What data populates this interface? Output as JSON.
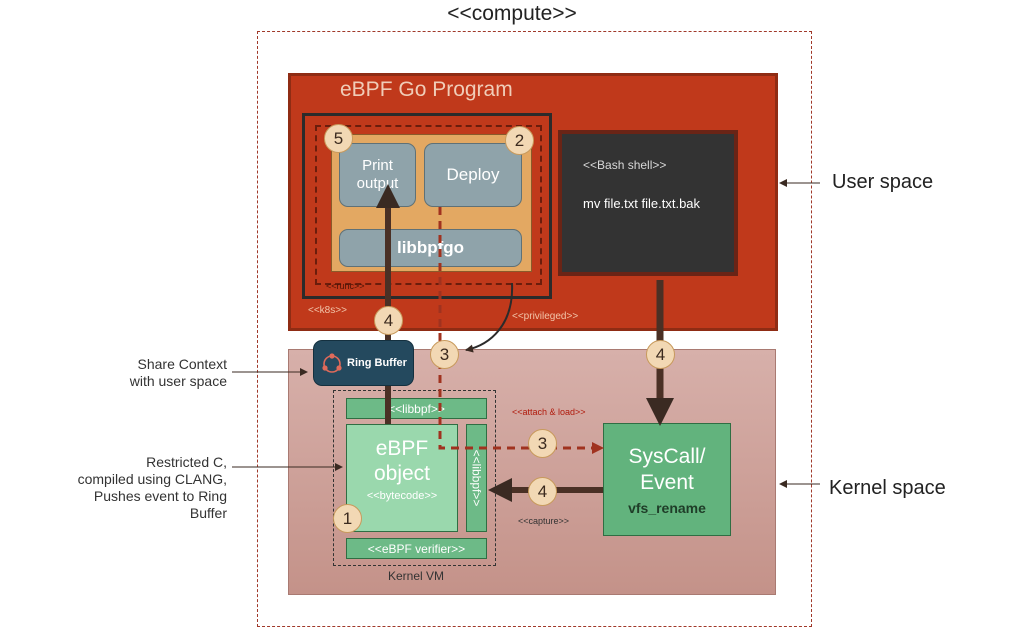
{
  "compute_label": "<<compute>>",
  "user_space": {
    "program_title": "eBPF Go Program",
    "print_output": "Print output",
    "deploy": "Deploy",
    "libbpfgo": "libbpfgo",
    "runc_label": "<<runc>>",
    "k8s_label": "<<k8s>>",
    "privileged_label": "<<privileged>>",
    "bash_label": "<<Bash shell>>",
    "bash_command": "mv file.txt file.txt.bak"
  },
  "kernel_space": {
    "ring_buffer": "Ring Buffer",
    "libbpf_top": "<<libbpf>>",
    "libbpf_vertical": "<<libbpf>>",
    "ebpf_object_title": "eBPF\nobject",
    "ebpf_object_sub": "<<bytecode>>",
    "ebpf_verifier": "<<eBPF verifier>>",
    "kernel_vm": "Kernel VM",
    "syscall_title": "SysCall/\nEvent",
    "syscall_sub": "vfs_rename",
    "attach_load": "<<attach & load>>",
    "capture": "<<capture>>"
  },
  "steps": {
    "s1": "1",
    "s2": "2",
    "s3_top": "3",
    "s3_mid": "3",
    "s4_user": "4",
    "s4_bash": "4",
    "s4_capture": "4",
    "s5": "5"
  },
  "side_labels": {
    "share_context": "Share Context\nwith user space",
    "restricted_c": "Restricted C,\ncompiled using CLANG,\nPushes event to Ring\nBuffer",
    "user_space": "User space",
    "kernel_space": "Kernel space"
  },
  "colors": {
    "user_space_fill": "#c0391b",
    "kernel_space_fill": "#d7b0aa",
    "green": "#6dba87",
    "ring_buffer": "#24495e",
    "dashed_red": "#a0392a"
  }
}
